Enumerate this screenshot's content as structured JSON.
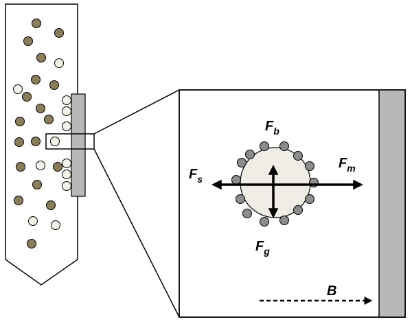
{
  "colors": {
    "dark_particle": "#8c7d5a",
    "light_particle": "#f4f1e8",
    "gray_particle": "#8c8c8c",
    "magnet": "#b8b8b8",
    "big_particle": "#efede6",
    "outline": "#000000"
  },
  "forces": {
    "buoyancy": {
      "main": "F",
      "sub": "b"
    },
    "magnetic": {
      "main": "F",
      "sub": "m"
    },
    "stokes": {
      "main": "F",
      "sub": "s"
    },
    "gravity": {
      "main": "F",
      "sub": "g"
    }
  },
  "field": {
    "label": "B"
  }
}
